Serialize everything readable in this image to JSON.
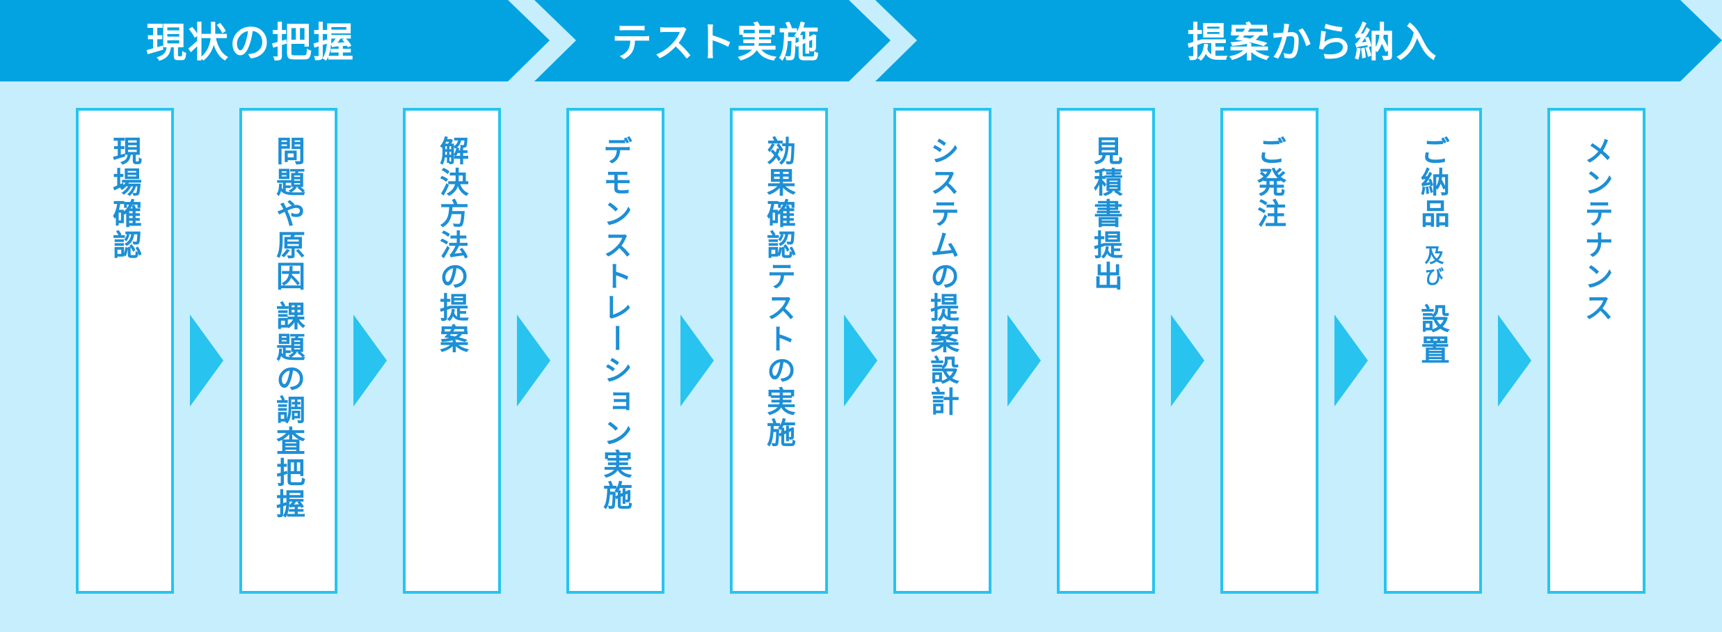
{
  "phases": [
    {
      "label": "現状の把握"
    },
    {
      "label": "テスト実施"
    },
    {
      "label": "提案から納入"
    }
  ],
  "steps": [
    {
      "lines": [
        "現場確認"
      ]
    },
    {
      "lines": [
        "問題や原因",
        "課題の調査把握"
      ]
    },
    {
      "lines": [
        "解決方法の提案"
      ]
    },
    {
      "lines": [
        "デモンストレーション実施"
      ]
    },
    {
      "lines": [
        "効果確認テストの実施"
      ]
    },
    {
      "lines": [
        "システムの提案設計"
      ]
    },
    {
      "lines": [
        "見積書提出"
      ]
    },
    {
      "lines": [
        "ご発注"
      ]
    },
    {
      "lines": [
        "ご納品",
        "及び",
        "設置"
      ]
    },
    {
      "lines": [
        "メンテナンス"
      ]
    }
  ],
  "colors": {
    "background": "#c6eefd",
    "phase_band": "#03a3e2",
    "card_border": "#28c3ef",
    "text": "#1d8fd6",
    "arrow": "#28c3ef"
  }
}
